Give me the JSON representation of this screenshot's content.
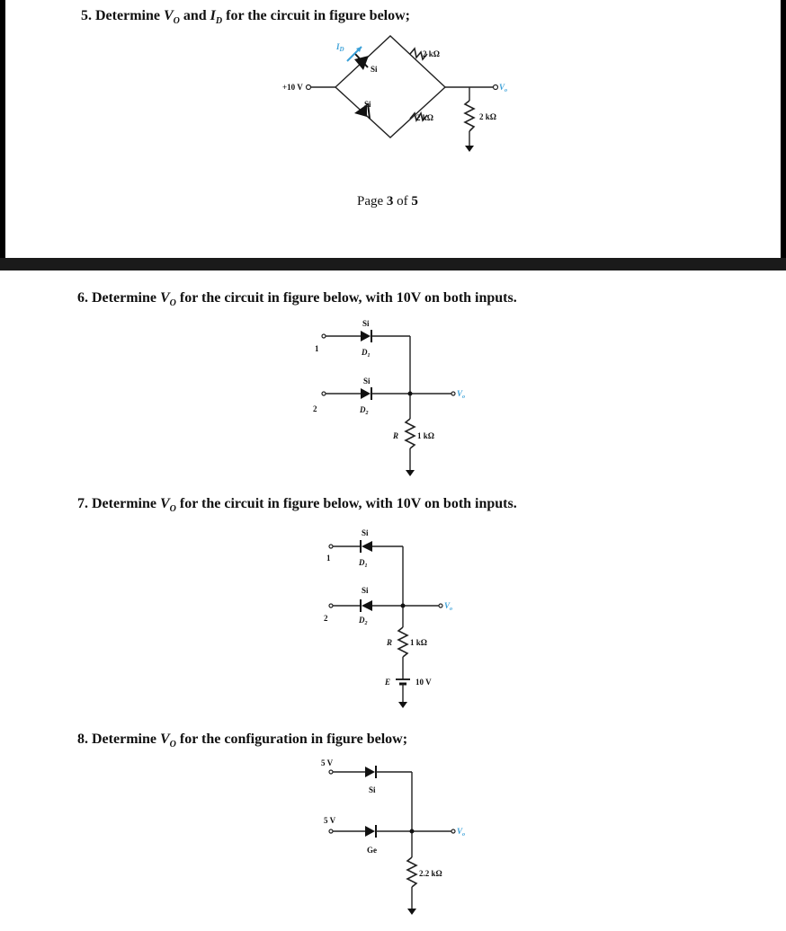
{
  "q5": {
    "prefix": "5. Determine",
    "v": "V",
    "v_sub": "O",
    "and": "and",
    "i": "I",
    "i_sub": "D",
    "suffix": "for the circuit  in figure below;",
    "source": "+10 V",
    "current_label": "I",
    "current_sub": "D",
    "diode_top": "Si",
    "diode_bottom": "Si",
    "r_top": "2 kΩ",
    "r_bottom": "2 kΩ",
    "r_load": "2 kΩ",
    "out_v": "V",
    "out_sub": "o"
  },
  "footer": {
    "prefix": "Page",
    "page": "3",
    "of": "of",
    "total": "5"
  },
  "q6": {
    "prefix": "6. Determine",
    "v": "V",
    "v_sub": "O",
    "suffix": "for the circuit  in figure below, with 10V on both inputs.",
    "in1": "1",
    "in2": "2",
    "d1_type": "Si",
    "d2_type": "Si",
    "d1": "D",
    "d1_sub": "1",
    "d2": "D",
    "d2_sub": "2",
    "r_name": "R",
    "r_value": "1 kΩ",
    "out_v": "V",
    "out_sub": "o"
  },
  "q7": {
    "prefix": "7. Determine",
    "v": "V",
    "v_sub": "O",
    "suffix": "for the circuit  in figure below, with 10V on both inputs.",
    "in1": "1",
    "in2": "2",
    "d1_type": "Si",
    "d2_type": "Si",
    "d1": "D",
    "d1_sub": "1",
    "d2": "D",
    "d2_sub": "2",
    "r_name": "R",
    "r_value": "1 kΩ",
    "e_name": "E",
    "e_value": "10 V",
    "out_v": "V",
    "out_sub": "o"
  },
  "q8": {
    "prefix": "8. Determine",
    "v": "V",
    "v_sub": "O",
    "suffix": "for the configuration in figure below;",
    "in1_v": "5 V",
    "in2_v": "5 V",
    "d1_type": "Si",
    "d2_type": "Ge",
    "r_value": "2.2 kΩ",
    "out_v": "V",
    "out_sub": "o"
  }
}
